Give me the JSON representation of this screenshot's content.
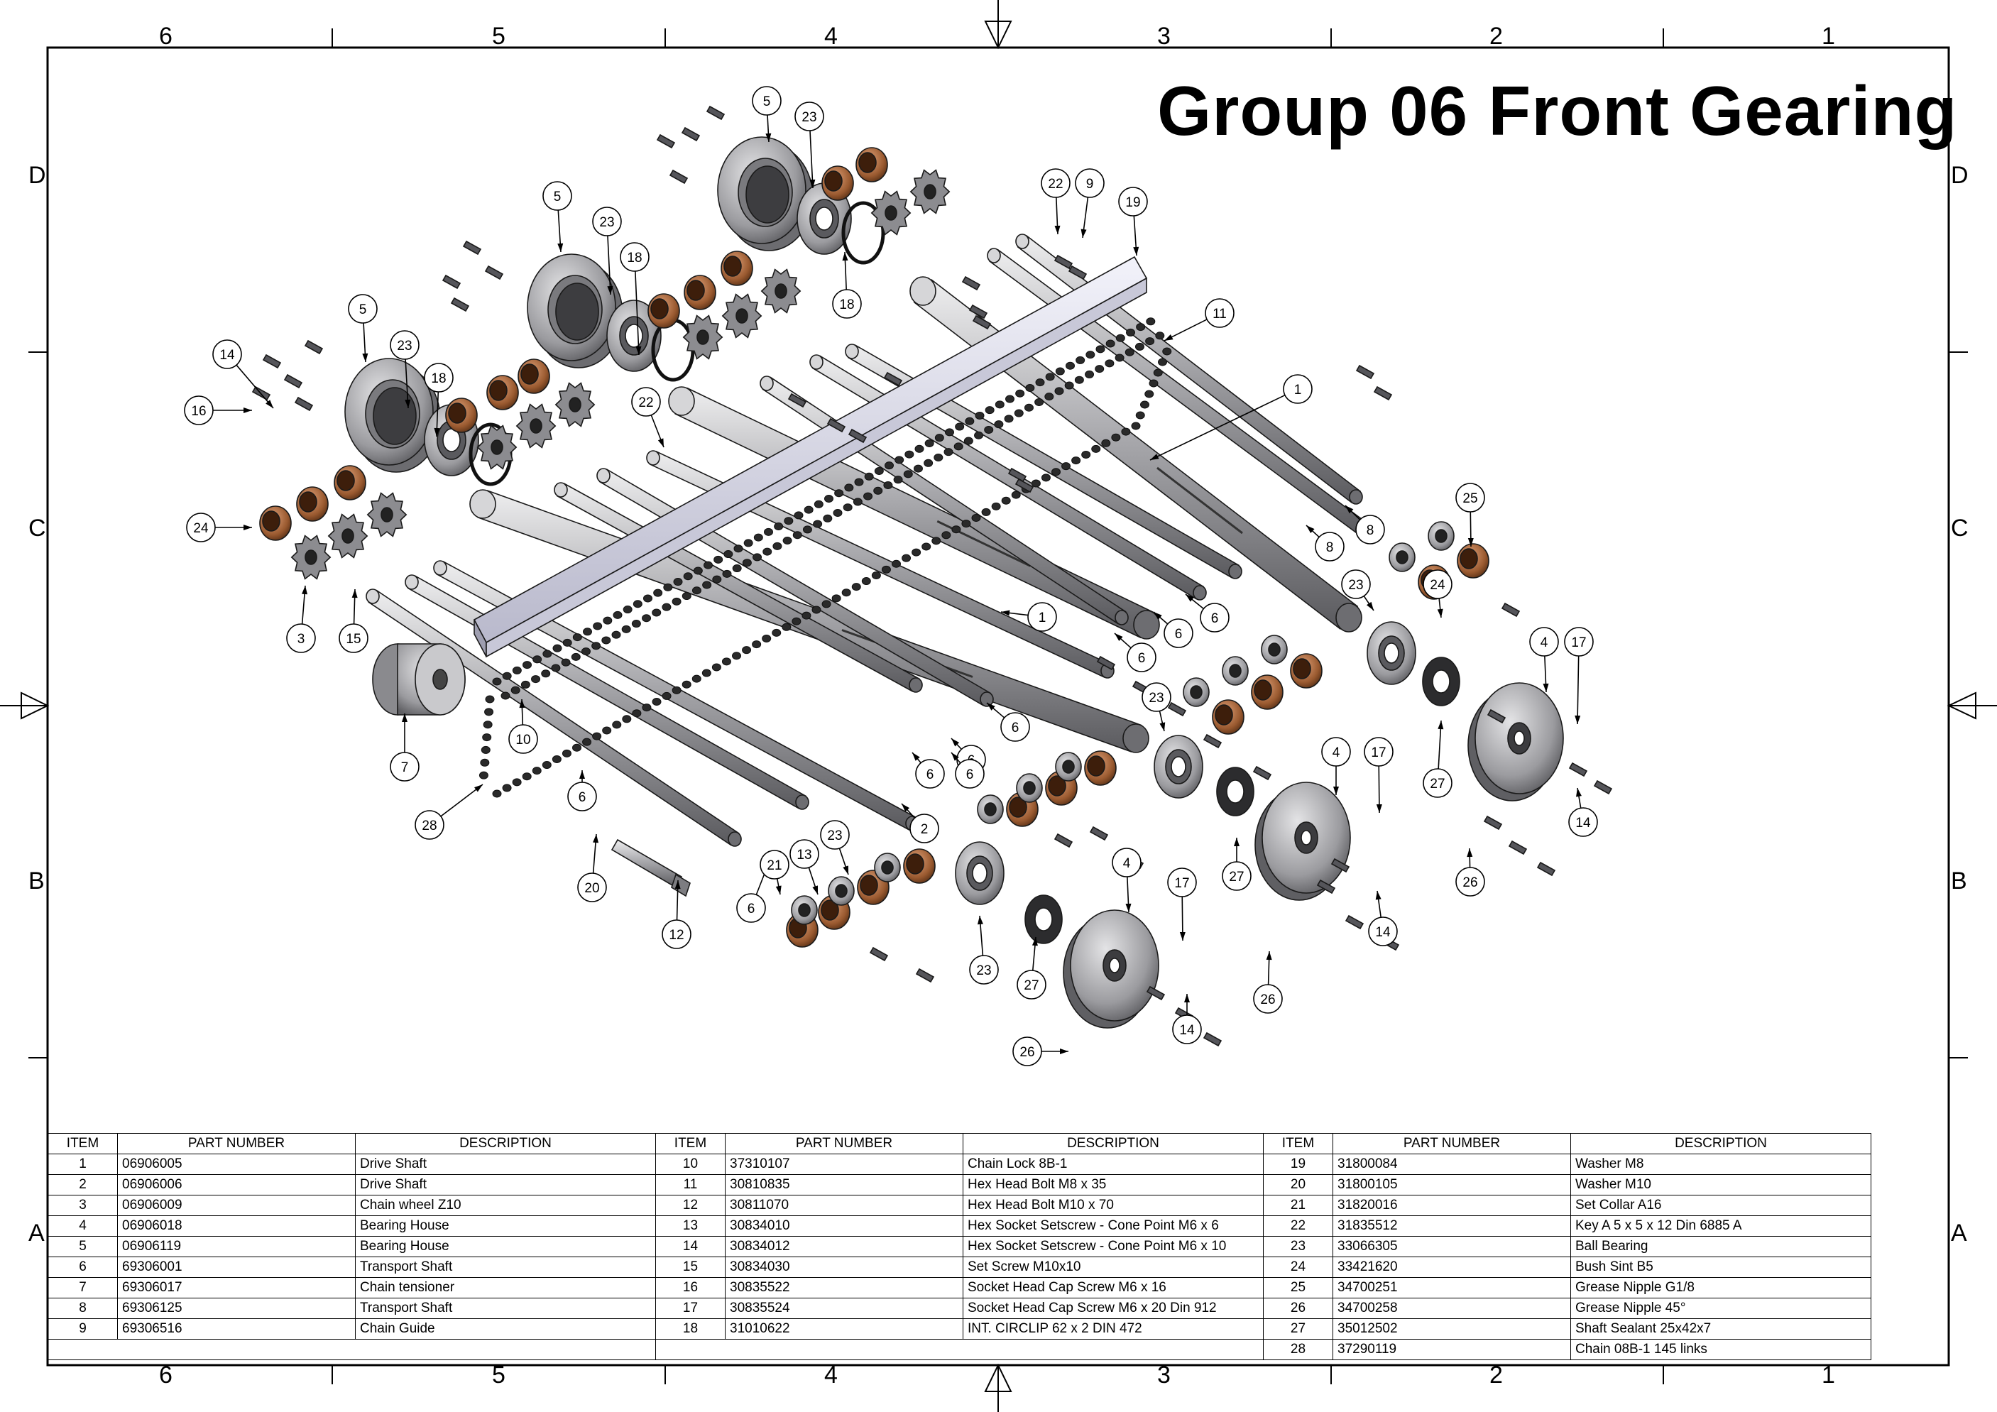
{
  "title": "Group 06 Front Gearing",
  "zones": {
    "columns": [
      "6",
      "5",
      "4",
      "3",
      "2",
      "1"
    ],
    "rows": [
      "D",
      "C",
      "B",
      "A"
    ]
  },
  "bom": {
    "headers": [
      "ITEM",
      "PART NUMBER",
      "DESCRIPTION"
    ],
    "rows": [
      {
        "item": "1",
        "part": "06906005",
        "desc": "Drive Shaft"
      },
      {
        "item": "2",
        "part": "06906006",
        "desc": "Drive Shaft"
      },
      {
        "item": "3",
        "part": "06906009",
        "desc": "Chain wheel Z10"
      },
      {
        "item": "4",
        "part": "06906018",
        "desc": "Bearing House"
      },
      {
        "item": "5",
        "part": "06906119",
        "desc": "Bearing House"
      },
      {
        "item": "6",
        "part": "69306001",
        "desc": "Transport Shaft"
      },
      {
        "item": "7",
        "part": "69306017",
        "desc": "Chain tensioner"
      },
      {
        "item": "8",
        "part": "69306125",
        "desc": "Transport Shaft"
      },
      {
        "item": "9",
        "part": "69306516",
        "desc": "Chain Guide"
      },
      {
        "item": "10",
        "part": "37310107",
        "desc": "Chain Lock 8B-1"
      },
      {
        "item": "11",
        "part": "30810835",
        "desc": "Hex Head Bolt M8  x 35"
      },
      {
        "item": "12",
        "part": "30811070",
        "desc": "Hex Head Bolt M10  x 70"
      },
      {
        "item": "13",
        "part": "30834010",
        "desc": "Hex Socket Setscrew - Cone Point M6 x 6"
      },
      {
        "item": "14",
        "part": "30834012",
        "desc": "Hex Socket Setscrew - Cone Point M6 x 10"
      },
      {
        "item": "15",
        "part": "30834030",
        "desc": "Set Screw M10x10"
      },
      {
        "item": "16",
        "part": "30835522",
        "desc": "Socket Head Cap Screw M6 x 16"
      },
      {
        "item": "17",
        "part": "30835524",
        "desc": "Socket Head Cap Screw M6 x 20  Din 912"
      },
      {
        "item": "18",
        "part": "31010622",
        "desc": "INT. CIRCLIP 62 x 2 DIN 472"
      },
      {
        "item": "19",
        "part": "31800084",
        "desc": "Washer M8"
      },
      {
        "item": "20",
        "part": "31800105",
        "desc": "Washer M10"
      },
      {
        "item": "21",
        "part": "31820016",
        "desc": "Set Collar A16"
      },
      {
        "item": "22",
        "part": "31835512",
        "desc": "Key A 5 x 5 x 12  Din 6885 A"
      },
      {
        "item": "23",
        "part": "33066305",
        "desc": "Ball Bearing"
      },
      {
        "item": "24",
        "part": "33421620",
        "desc": "Bush Sint B5"
      },
      {
        "item": "25",
        "part": "34700251",
        "desc": "Grease Nipple G1/8"
      },
      {
        "item": "26",
        "part": "34700258",
        "desc": "Grease Nipple 45°"
      },
      {
        "item": "27",
        "part": "35012502",
        "desc": "Shaft Sealant 25x42x7"
      },
      {
        "item": "28",
        "part": "37290119",
        "desc": "Chain 08B-1 145 links"
      }
    ]
  },
  "balloons": [
    "5",
    "23",
    "5",
    "23",
    "18",
    "18",
    "5",
    "23",
    "18",
    "14",
    "16",
    "24",
    "3",
    "15",
    "22",
    "22",
    "9",
    "19",
    "11",
    "1",
    "8",
    "8",
    "6",
    "6",
    "6",
    "1",
    "6",
    "6",
    "6",
    "6",
    "2",
    "7",
    "10",
    "28",
    "6",
    "20",
    "12",
    "6",
    "21",
    "13",
    "23",
    "24",
    "25",
    "23",
    "4",
    "17",
    "27",
    "23",
    "4",
    "17",
    "27",
    "14",
    "26",
    "4",
    "17",
    "23",
    "27",
    "14",
    "26",
    "26",
    "14"
  ],
  "colors": {
    "line": "#000000",
    "steel": "#b8b8bc",
    "bronze": "#a0643a",
    "bar": "#d8d8e8"
  }
}
